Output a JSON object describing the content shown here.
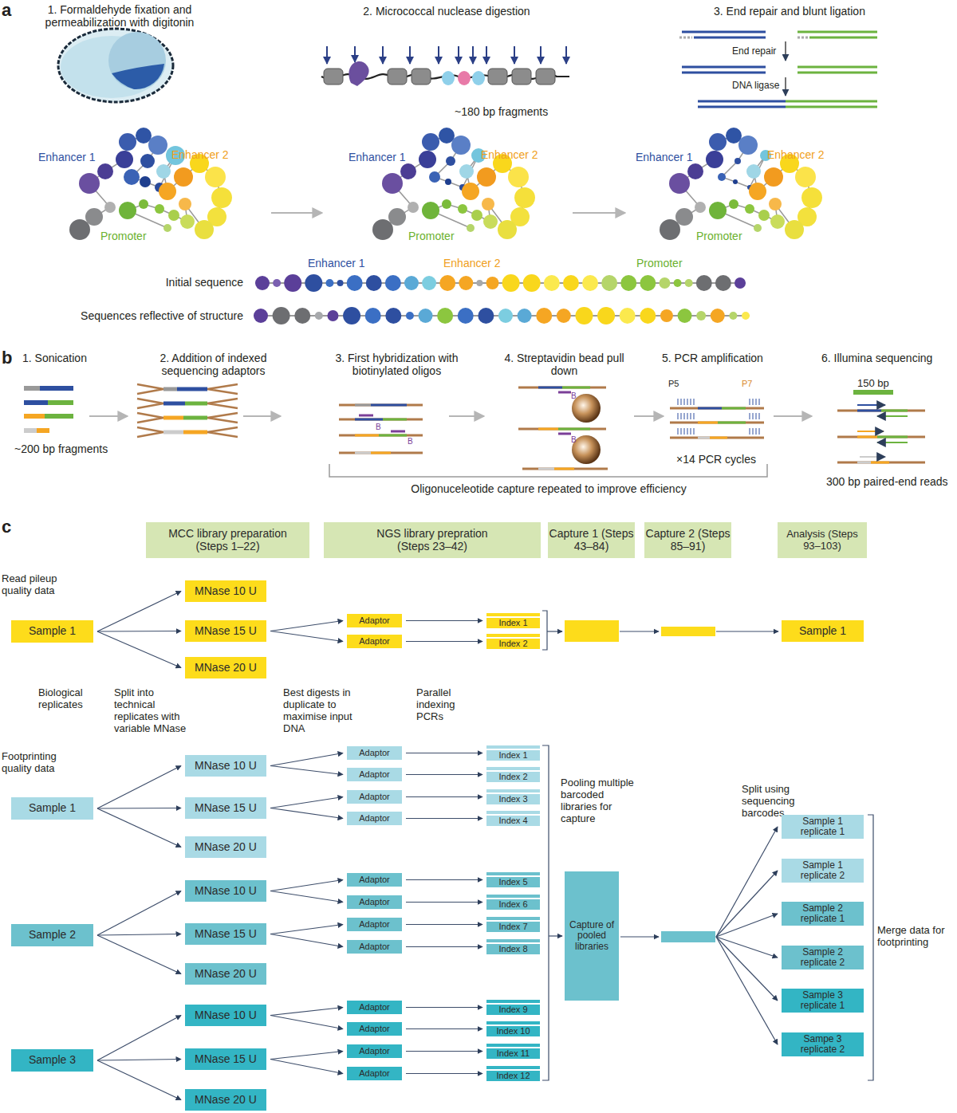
{
  "diagram": {
    "nodes": [
      {
        "text": [
          "MCC library preparation (Steps 1–22)"
        ]
      },
      {
        "text": [
          "NGS library prepration (Steps 23–42)"
        ]
      },
      {
        "text": [
          "Capture 1 (Steps 43–84)"
        ]
      },
      {
        "text": [
          "Capture 2 (Steps 85–91)"
        ]
      },
      {
        "text": [
          "Analysis (Steps 93–103)"
        ]
      },
      {
        "text": [
          "Sample 1"
        ]
      },
      {
        "text": [
          "MNase 10 U"
        ]
      },
      {
        "text": [
          "MNase 15 U"
        ]
      },
      {
        "text": [
          "MNase 20 U"
        ]
      },
      {
        "text": [
          "Adaptor"
        ]
      },
      {
        "text": [
          "Adaptor"
        ]
      },
      {
        "text": [
          "Index 1"
        ]
      },
      {
        "text": [
          "Index 2"
        ]
      },
      {
        "text": [
          "Sample 1"
        ]
      },
      {
        "text": [
          "Sample 1"
        ]
      },
      {
        "text": [
          "MNase 10 U"
        ]
      },
      {
        "text": [
          "MNase 15 U"
        ]
      },
      {
        "text": [
          "MNase 20 U"
        ]
      },
      {
        "text": [
          "Adaptor"
        ]
      },
      {
        "text": [
          "Adaptor"
        ]
      },
      {
        "text": [
          "Adaptor"
        ]
      },
      {
        "text": [
          "Adaptor"
        ]
      },
      {
        "text": [
          "Index 1"
        ]
      },
      {
        "text": [
          "Index 2"
        ]
      },
      {
        "text": [
          "Index 3"
        ]
      },
      {
        "text": [
          "Index 4"
        ]
      },
      {
        "text": [
          "Sample 2"
        ]
      },
      {
        "text": [
          "MNase 10 U"
        ]
      },
      {
        "text": [
          "MNase 15 U"
        ]
      },
      {
        "text": [
          "MNase 20 U"
        ]
      },
      {
        "text": [
          "Adaptor"
        ]
      },
      {
        "text": [
          "Adaptor"
        ]
      },
      {
        "text": [
          "Adaptor"
        ]
      },
      {
        "text": [
          "Adaptor"
        ]
      },
      {
        "text": [
          "Index 5"
        ]
      },
      {
        "text": [
          "Index 6"
        ]
      },
      {
        "text": [
          "Index 7"
        ]
      },
      {
        "text": [
          "Index 8"
        ]
      },
      {
        "text": [
          "Sample 3"
        ]
      },
      {
        "text": [
          "MNase 10 U"
        ]
      },
      {
        "text": [
          "MNase 15 U"
        ]
      },
      {
        "text": [
          "MNase 20 U"
        ]
      },
      {
        "text": [
          "Adaptor"
        ]
      },
      {
        "text": [
          "Adaptor"
        ]
      },
      {
        "text": [
          "Adaptor"
        ]
      },
      {
        "text": [
          "Adaptor"
        ]
      },
      {
        "text": [
          "Index 9"
        ]
      },
      {
        "text": [
          "Index 10"
        ]
      },
      {
        "text": [
          "Index 11"
        ]
      },
      {
        "text": [
          "Index 12"
        ]
      },
      {
        "text": [
          "Capture of pooled libraries"
        ]
      },
      {
        "text": [
          "Sample 1 replicate 1"
        ]
      },
      {
        "text": [
          "Sample 1 replicate 2"
        ]
      },
      {
        "text": [
          "Sample 2 replicate 1"
        ]
      },
      {
        "text": [
          "Sample 2 replicate 2"
        ]
      },
      {
        "text": [
          "Sample 3 replicate 1"
        ]
      },
      {
        "text": [
          "Sampe 3 replicate 2"
        ]
      }
    ],
    "edges": [
      {
        "from": 5,
        "to": 6,
        "arrow": "to"
      },
      {
        "from": 5,
        "to": 7,
        "arrow": "to"
      },
      {
        "from": 5,
        "to": 8,
        "arrow": "to"
      },
      {
        "from": 7,
        "to": 9,
        "arrow": "to"
      },
      {
        "from": 7,
        "to": 10,
        "arrow": "to"
      },
      {
        "from": 9,
        "to": 11,
        "arrow": "to"
      },
      {
        "from": 10,
        "to": 12,
        "arrow": "to"
      },
      {
        "from": 14,
        "to": 15,
        "arrow": "to"
      },
      {
        "from": 14,
        "to": 16,
        "arrow": "to"
      },
      {
        "from": 14,
        "to": 17,
        "arrow": "to"
      },
      {
        "from": 15,
        "to": 18,
        "arrow": "to"
      },
      {
        "from": 15,
        "to": 19,
        "arrow": "to"
      },
      {
        "from": 16,
        "to": 20,
        "arrow": "to"
      },
      {
        "from": 16,
        "to": 21,
        "arrow": "to"
      },
      {
        "from": 18,
        "to": 22,
        "arrow": "to"
      },
      {
        "from": 19,
        "to": 23,
        "arrow": "to"
      },
      {
        "from": 20,
        "to": 24,
        "arrow": "to"
      },
      {
        "from": 21,
        "to": 25,
        "arrow": "to"
      },
      {
        "from": 26,
        "to": 27,
        "arrow": "to"
      },
      {
        "from": 26,
        "to": 28,
        "arrow": "to"
      },
      {
        "from": 26,
        "to": 29,
        "arrow": "to"
      },
      {
        "from": 27,
        "to": 30,
        "arrow": "to"
      },
      {
        "from": 27,
        "to": 31,
        "arrow": "to"
      },
      {
        "from": 28,
        "to": 32,
        "arrow": "to"
      },
      {
        "from": 28,
        "to": 33,
        "arrow": "to"
      },
      {
        "from": 30,
        "to": 34,
        "arrow": "to"
      },
      {
        "from": 31,
        "to": 35,
        "arrow": "to"
      },
      {
        "from": 32,
        "to": 36,
        "arrow": "to"
      },
      {
        "from": 33,
        "to": 37,
        "arrow": "to"
      },
      {
        "from": 38,
        "to": 39,
        "arrow": "to"
      },
      {
        "from": 38,
        "to": 40,
        "arrow": "to"
      },
      {
        "from": 38,
        "to": 41,
        "arrow": "to"
      },
      {
        "from": 39,
        "to": 42,
        "arrow": "to"
      },
      {
        "from": 39,
        "to": 43,
        "arrow": "to"
      },
      {
        "from": 40,
        "to": 44,
        "arrow": "to"
      },
      {
        "from": 40,
        "to": 45,
        "arrow": "to"
      },
      {
        "from": 42,
        "to": 46,
        "arrow": "to"
      },
      {
        "from": 43,
        "to": 47,
        "arrow": "to"
      },
      {
        "from": 44,
        "to": 48,
        "arrow": "to"
      },
      {
        "from": 45,
        "to": 49,
        "arrow": "to"
      }
    ],
    "labels": [
      "a",
      "1. Formaldehyde fixation and permeabilization with digitonin",
      "2. Micrococcal nuclease digestion",
      "3. End repair and blunt ligation",
      "~180 bp fragments",
      "End repair",
      "DNA ligase",
      "Enhancer 1",
      "Enhancer 2",
      "Promoter",
      "Enhancer 1",
      "Enhancer 2",
      "Promoter",
      "Enhancer 1",
      "Enhancer 2",
      "Promoter",
      "Enhancer 1",
      "Enhancer 2",
      "Promoter",
      "Initial sequence",
      "Sequences reflective of structure",
      "b",
      "1. Sonication",
      "2. Addition of indexed sequencing adaptors",
      "3. First hybridization with biotinylated oligos",
      "4. Streptavidin bead pull down",
      "5. PCR amplification",
      "6. Illumina sequencing",
      "~200 bp fragments",
      "B",
      "B",
      "B",
      "B",
      "P5",
      "P7",
      "×14 PCR cycles",
      "150 bp",
      "300 bp paired-end reads",
      "Oligonuceleotide capture repeated to improve efficiency",
      "c",
      "Read pileup quality data",
      "Biological replicates",
      "Split into technical replicates with variable MNase",
      "Best digests in duplicate to maximise input DNA",
      "Parallel indexing PCRs",
      "Footprinting quality data",
      "Pooling multiple barcoded libraries for capture",
      "Split using sequencing barcodes",
      "Merge data for footprinting"
    ]
  }
}
